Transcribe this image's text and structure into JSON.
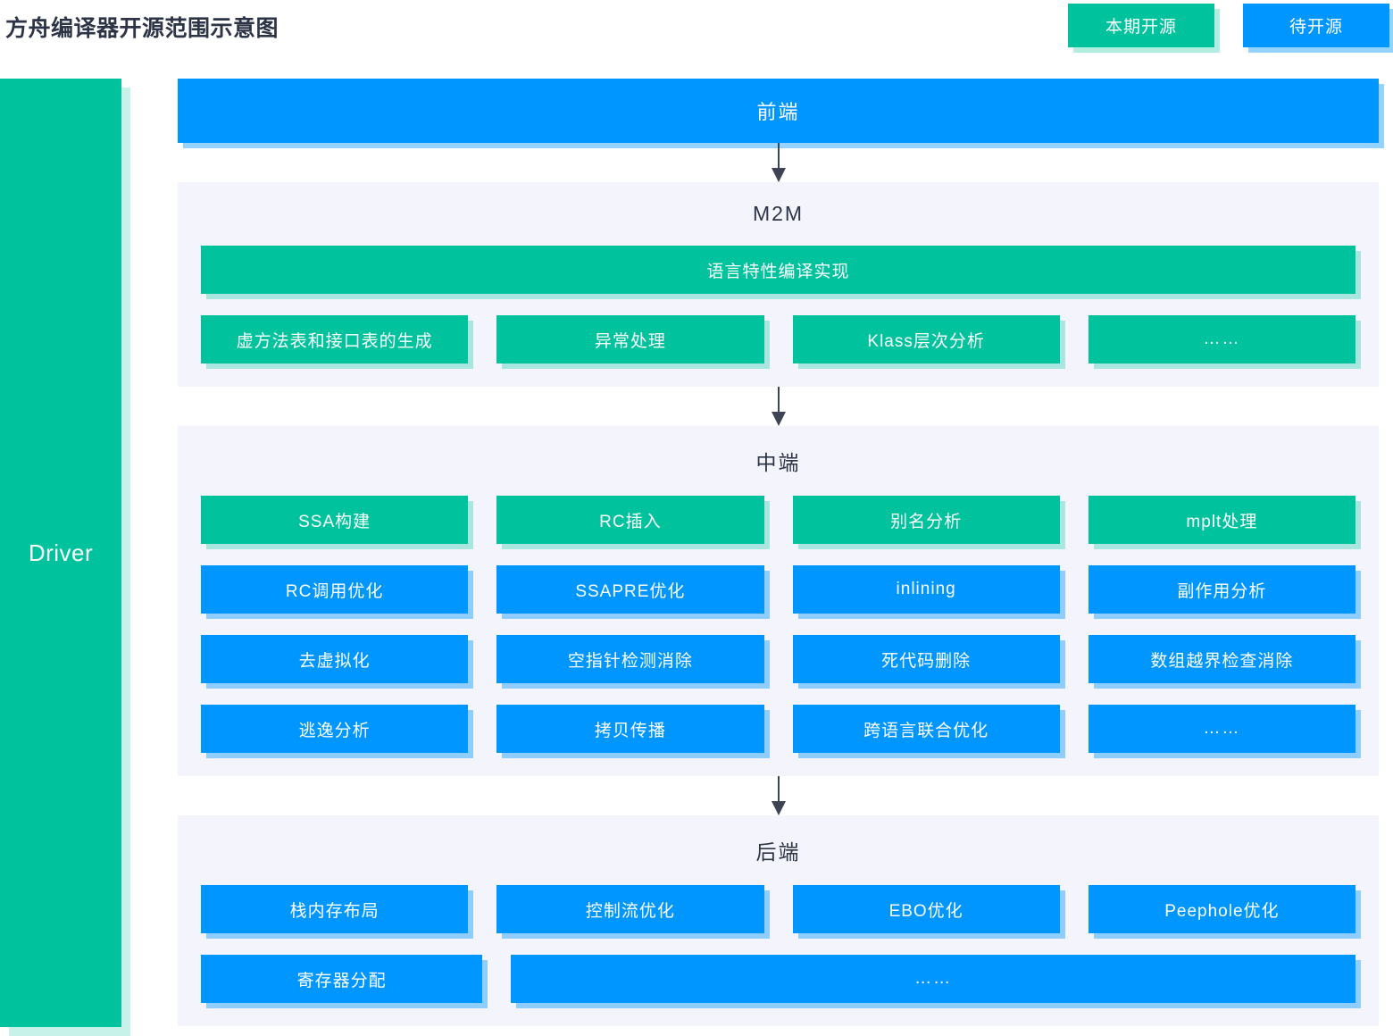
{
  "header": {
    "title": "方舟编译器开源范围示意图",
    "legend": [
      {
        "label": "本期开源",
        "color": "#00c39e",
        "key": "current-open-source"
      },
      {
        "label": "待开源",
        "color": "#0096ff",
        "key": "pending-open-source"
      }
    ]
  },
  "rail": {
    "label": "Driver"
  },
  "flow": {
    "frontend": {
      "title": "前端",
      "color": "#0096ff"
    },
    "m2m": {
      "title": "M2M",
      "wide_item": {
        "label": "语言特性编译实现",
        "color": "#00c39e"
      },
      "items": [
        {
          "label": "虚方法表和接口表的生成",
          "color": "#00c39e"
        },
        {
          "label": "异常处理",
          "color": "#00c39e"
        },
        {
          "label": "Klass层次分析",
          "color": "#00c39e"
        },
        {
          "label": "……",
          "color": "#00c39e"
        }
      ]
    },
    "middle": {
      "title": "中端",
      "rows": [
        [
          {
            "label": "SSA构建",
            "color": "#00c39e"
          },
          {
            "label": "RC插入",
            "color": "#00c39e"
          },
          {
            "label": "别名分析",
            "color": "#00c39e"
          },
          {
            "label": "mplt处理",
            "color": "#00c39e"
          }
        ],
        [
          {
            "label": "RC调用优化",
            "color": "#0096ff"
          },
          {
            "label": "SSAPRE优化",
            "color": "#0096ff"
          },
          {
            "label": "inlining",
            "color": "#0096ff"
          },
          {
            "label": "副作用分析",
            "color": "#0096ff"
          }
        ],
        [
          {
            "label": "去虚拟化",
            "color": "#0096ff"
          },
          {
            "label": "空指针检测消除",
            "color": "#0096ff"
          },
          {
            "label": "死代码删除",
            "color": "#0096ff"
          },
          {
            "label": "数组越界检查消除",
            "color": "#0096ff"
          }
        ],
        [
          {
            "label": "逃逸分析",
            "color": "#0096ff"
          },
          {
            "label": "拷贝传播",
            "color": "#0096ff"
          },
          {
            "label": "跨语言联合优化",
            "color": "#0096ff"
          },
          {
            "label": "……",
            "color": "#0096ff"
          }
        ]
      ]
    },
    "backend": {
      "title": "后端",
      "row1": [
        {
          "label": "栈内存布局",
          "color": "#0096ff"
        },
        {
          "label": "控制流优化",
          "color": "#0096ff"
        },
        {
          "label": "EBO优化",
          "color": "#0096ff"
        },
        {
          "label": "Peephole优化",
          "color": "#0096ff"
        }
      ],
      "row2": [
        {
          "label": "寄存器分配",
          "color": "#0096ff"
        },
        {
          "label": "……",
          "color": "#0096ff"
        }
      ]
    }
  }
}
